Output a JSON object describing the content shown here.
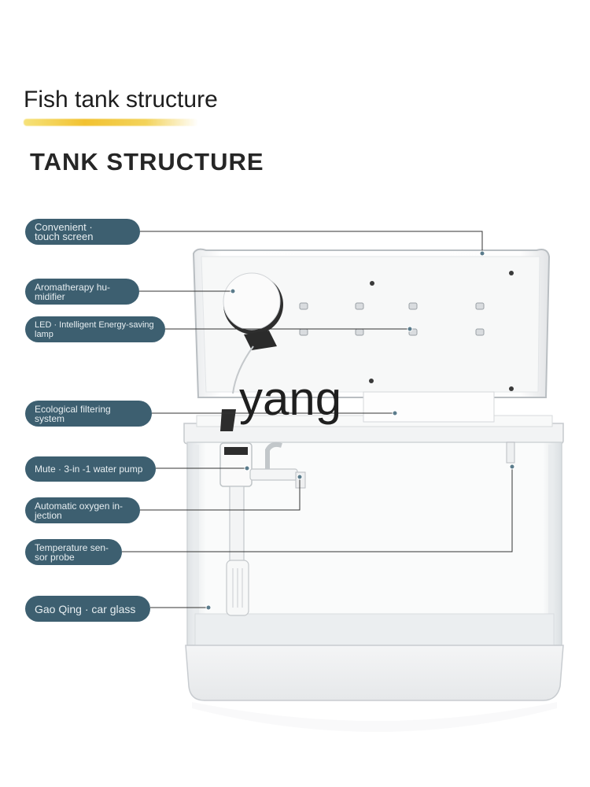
{
  "header": {
    "title": "Fish tank structure",
    "subtitle": "TANK STRUCTURE"
  },
  "labels": [
    {
      "id": "touch",
      "text": "Convenient · touch screen"
    },
    {
      "id": "aroma",
      "text": "Aromatherapy hu-midifier"
    },
    {
      "id": "led",
      "text": "LED · Intelligent Energy-saving lamp"
    },
    {
      "id": "filter",
      "text": "Ecological filtering system"
    },
    {
      "id": "pump",
      "text": "Mute · 3-in -1 water pump"
    },
    {
      "id": "oxygen",
      "text": "Automatic oxygen in-jection"
    },
    {
      "id": "probe",
      "text": "Temperature sen-sor probe"
    },
    {
      "id": "glass",
      "text": "Gao Qing · car glass"
    }
  ],
  "label_lines": {
    "touch": [
      "Convenient ·",
      "touch screen"
    ],
    "aroma": [
      "Aromatherapy hu-",
      "midifier"
    ],
    "led": [
      "LED · Intelligent Energy-saving",
      "lamp"
    ],
    "probe": [
      "Temperature sen-",
      "sor probe"
    ],
    "oxygen": [
      "Automatic oxygen in-",
      "jection"
    ]
  },
  "watermark": "yang",
  "colors": {
    "pill_bg": "#3d5f70",
    "pill_text": "#e7eef1",
    "accent_underline": "#f2c230",
    "leader_line": "#333333"
  }
}
